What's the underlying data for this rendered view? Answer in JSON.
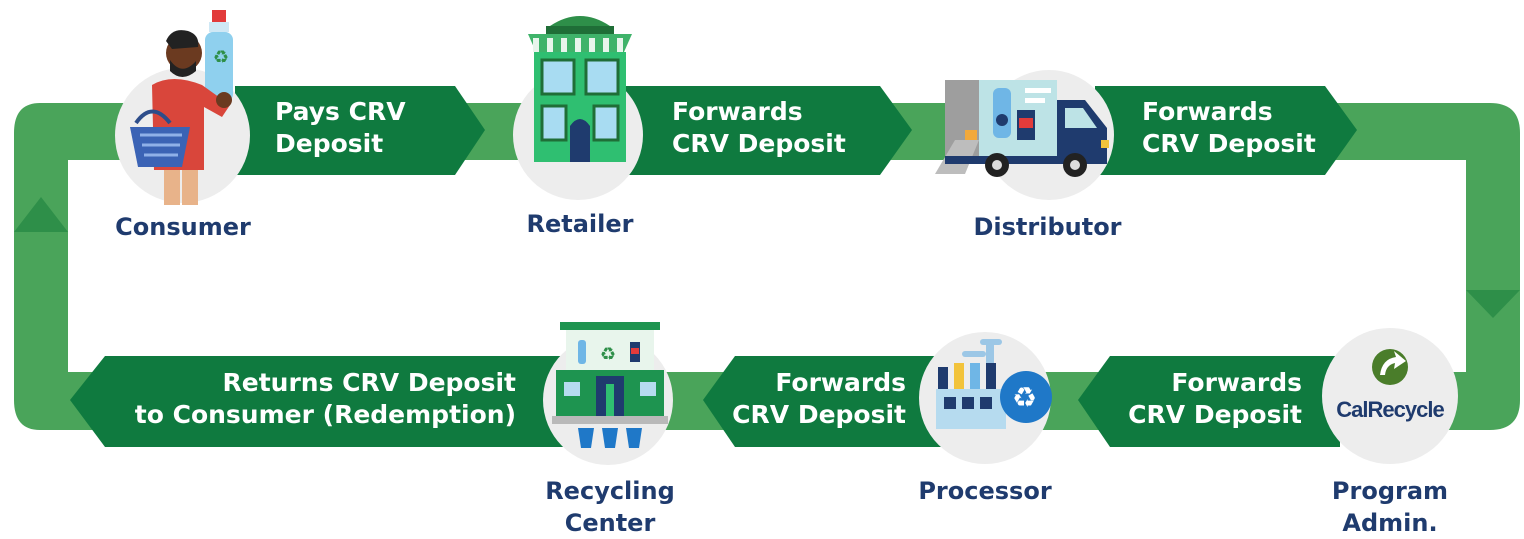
{
  "colors": {
    "loop_green": "#4aa45a",
    "arrow_dark": "#0f7a3f",
    "arrow_mid": "#1e9450",
    "label_navy": "#1f3b6e",
    "circle_grey": "#ededed"
  },
  "nodes": {
    "consumer": {
      "label": "Consumer"
    },
    "retailer": {
      "label": "Retailer"
    },
    "distributor": {
      "label": "Distributor"
    },
    "program_admin": {
      "line1": "Program",
      "line2": "Admin."
    },
    "processor": {
      "label": "Processor"
    },
    "recycling_center": {
      "line1": "Recycling",
      "line2": "Center"
    }
  },
  "arrows": {
    "consumer_to_retailer": {
      "line1": "Pays CRV",
      "line2": "Deposit"
    },
    "retailer_to_distributor": {
      "line1": "Forwards",
      "line2": "CRV Deposit"
    },
    "distributor_to_admin": {
      "line1": "Forwards",
      "line2": "CRV Deposit"
    },
    "admin_to_processor": {
      "line1": "Forwards",
      "line2": "CRV Deposit"
    },
    "processor_to_recycling": {
      "line1": "Forwards",
      "line2": "CRV Deposit"
    },
    "recycling_to_consumer": {
      "line1": "Returns CRV Deposit",
      "line2": "to Consumer (Redemption)"
    }
  },
  "logo": {
    "text": "CalRecycle"
  },
  "icons": {
    "consumer": "person-with-bottle-and-basket-icon",
    "retailer": "store-building-icon",
    "distributor": "delivery-truck-icon",
    "program_admin": "calrecycle-logo",
    "processor": "factory-recycle-icon",
    "recycling_center": "recycling-center-building-icon"
  }
}
